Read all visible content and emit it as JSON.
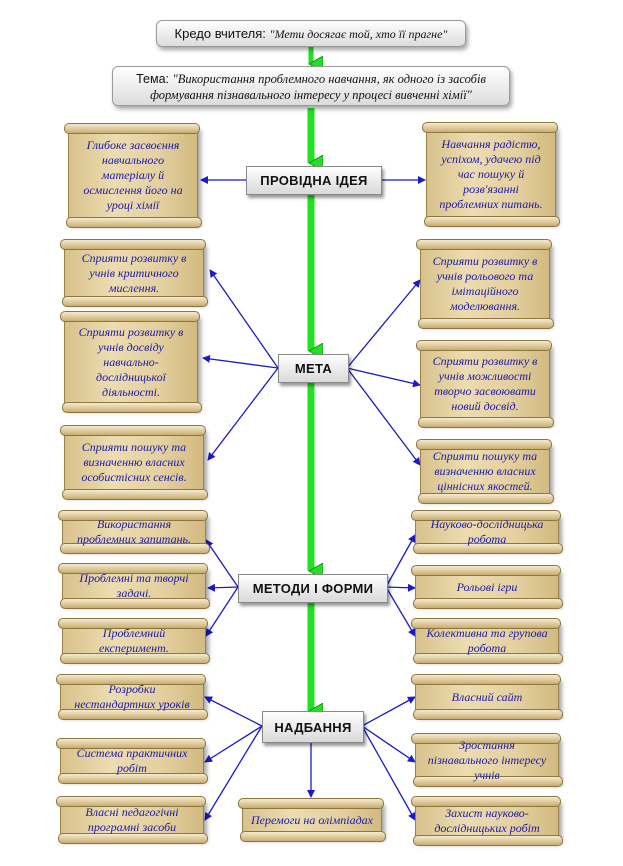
{
  "credo": {
    "label": "Кредо вчителя:",
    "quote": "\"Мети досягає той, хто її прагне\""
  },
  "topic": {
    "label": "Тема:",
    "line1": "\"Використання проблемного навчання, як одного із засобів",
    "line2": "формування пізнавального інтересу у процесі вивченні хімії\""
  },
  "hubs": {
    "idea": "ПРОВІДНА ІДЕЯ",
    "goal": "МЕТА",
    "methods": "МЕТОДИ І ФОРМИ",
    "gains": "НАДБАННЯ"
  },
  "idea": {
    "left": "Глибоке засвоєння навчального матеріалу й осмислення його на уроці хімії",
    "right": "Навчання радістю, успіхом, удачею під час пошуку й розв'язанні проблемних питань."
  },
  "goal": {
    "left": [
      "Сприяти розвитку в учнів критичного мислення.",
      "Сприяти розвитку в учнів досвіду навчально-дослідницької діяльності.",
      "Сприяти пошуку та визначенню власних особистісних сенсів."
    ],
    "right": [
      "Сприяти розвитку в учнів рольового та імітаційного моделювання.",
      "Сприяти розвитку в учнів можливості творчо засвоювати новий досвід.",
      "Сприяти пошуку та визначенню власних ціннісних якостей."
    ]
  },
  "methods": {
    "left": [
      "Використання проблемних запитань.",
      "Проблемні та творчі задачі.",
      "Проблемний експеримент."
    ],
    "right": [
      "Науково-дослідницька робота",
      "Рольові ігри",
      "Колективна та групова робота"
    ]
  },
  "gains": {
    "left": [
      "Розробки нестандартних уроків",
      "Система практичних робіт",
      "Власні педагогічні програмні засоби"
    ],
    "center": "Перемоги на олімпіадах",
    "right": [
      "Власний сайт",
      "Зростання пізнавального інтересу учнів",
      "Захист науково-дослідницьких робіт"
    ]
  },
  "colors": {
    "spine": "#22e022",
    "connector": "#1a1acc",
    "scroll_text": "#1a1aa8"
  }
}
